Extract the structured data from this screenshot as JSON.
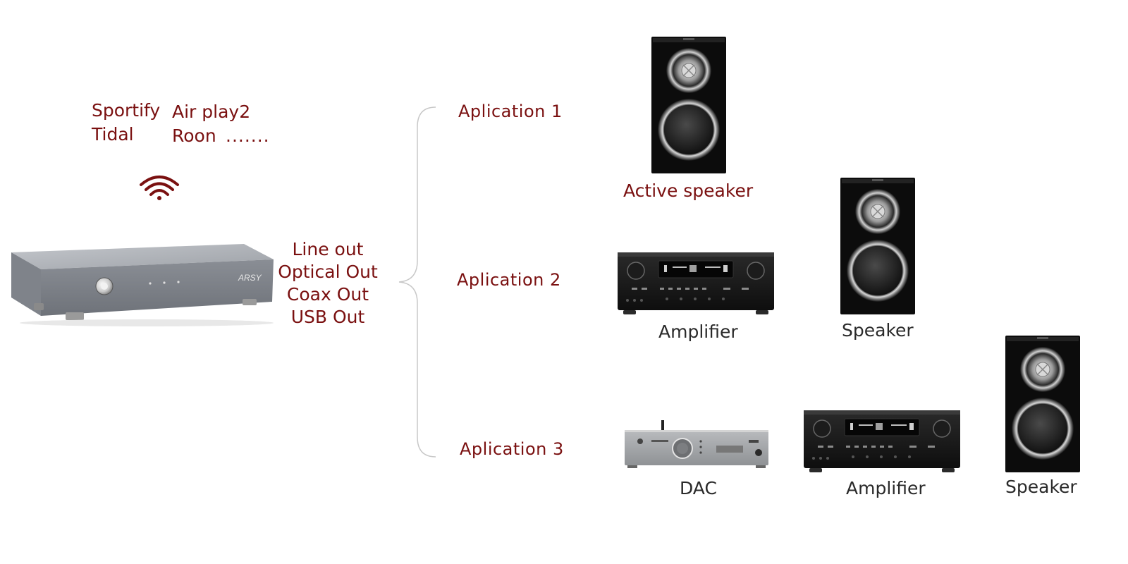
{
  "sources": {
    "spotify": "Sportify",
    "tidal": "Tidal",
    "airplay": "Air play2",
    "roon": "Roon",
    "more": "......."
  },
  "device": {
    "brand": "ARSY"
  },
  "outputs": [
    "Line out",
    "Optical Out",
    "Coax Out",
    "USB Out"
  ],
  "applications": [
    {
      "label": "Aplication  1",
      "devices": [
        "Active speaker"
      ]
    },
    {
      "label": "Aplication  2",
      "devices": [
        "Amplifier",
        "Speaker"
      ]
    },
    {
      "label": "Aplication  3",
      "devices": [
        "DAC",
        "Amplifier",
        "Speaker"
      ]
    }
  ],
  "colors": {
    "accent": "#7a1010",
    "label_dark": "#2a2a2a",
    "bracket": "#c8c8c8"
  },
  "icons": [
    "wifi-icon",
    "streamer-device",
    "speaker-image",
    "amplifier-image",
    "dac-image"
  ]
}
